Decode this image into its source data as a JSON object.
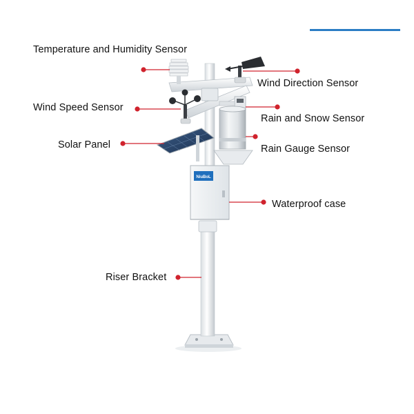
{
  "colors": {
    "accent": "#2b7dc4",
    "callout_dot": "#d0232d",
    "callout_line": "#d0232d",
    "case_badge": "#1f6fbd"
  },
  "case_brand": "NiuBoL",
  "labels": {
    "temperature_humidity": "Temperature and Humidity Sensor",
    "wind_direction": "Wind Direction Sensor",
    "wind_speed": "Wind Speed Sensor",
    "rain_snow": "Rain and Snow Sensor",
    "solar_panel": "Solar Panel",
    "rain_gauge": "Rain Gauge Sensor",
    "waterproof_case": "Waterproof case",
    "riser_bracket": "Riser Bracket"
  }
}
